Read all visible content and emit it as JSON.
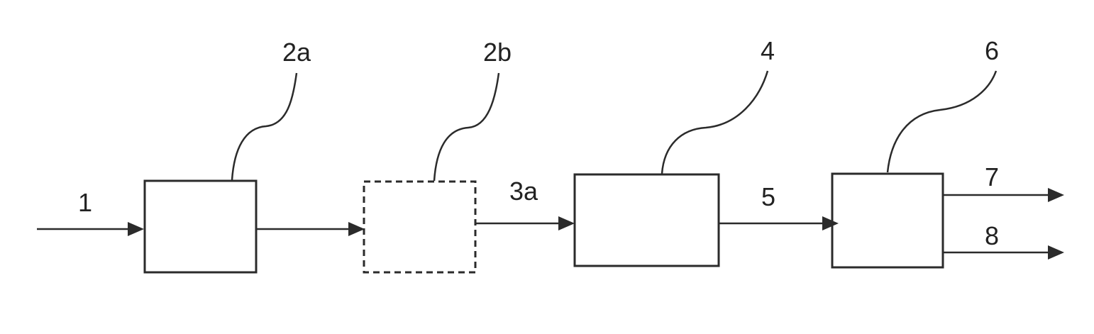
{
  "labels": {
    "input": "1",
    "unit_2a": "2a",
    "unit_2b": "2b",
    "stream_3a": "3a",
    "unit_4": "4",
    "stream_5": "5",
    "unit_6": "6",
    "output_7": "7",
    "output_8": "8"
  },
  "colors": {
    "stroke": "#2b2b2b",
    "text": "#222222",
    "background": "#ffffff"
  }
}
